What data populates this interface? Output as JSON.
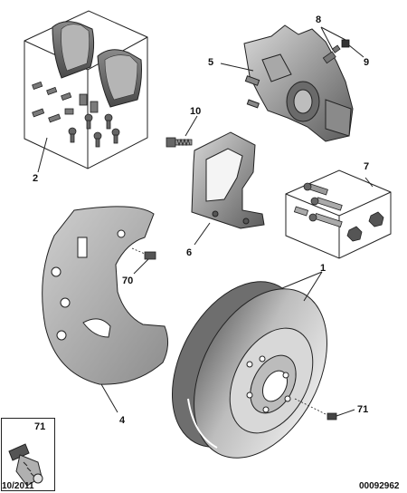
{
  "diagram": {
    "callouts": {
      "pads_kit": "2",
      "caliper": "5",
      "bleed_screw": "8",
      "bleed_cap": "9",
      "guide_pin": "10",
      "bracket": "6",
      "bolt_kit": "7",
      "shield_screw": "70",
      "disc": "1",
      "shield": "4",
      "disc_screw": "71",
      "inset_screw": "71"
    },
    "footer": {
      "date": "10/2011",
      "reference": "00092962"
    }
  }
}
